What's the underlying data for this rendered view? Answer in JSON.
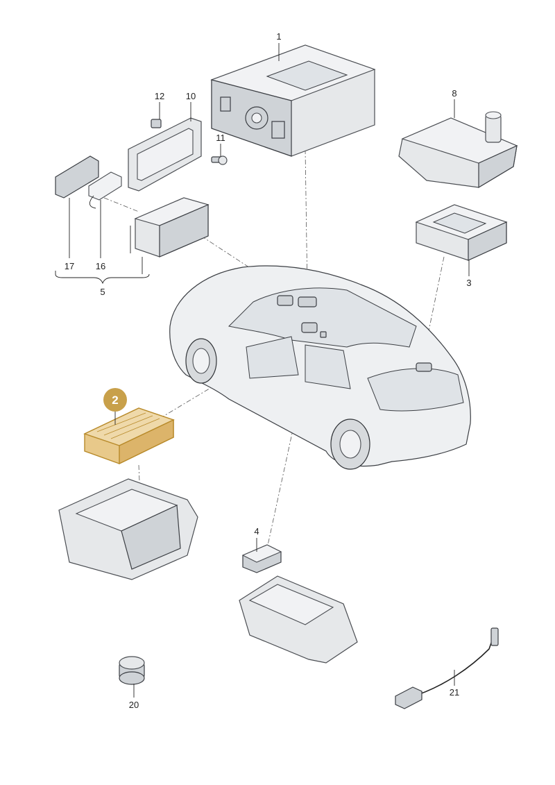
{
  "labels": {
    "p1": "1",
    "p2": "2",
    "p3": "3",
    "p4": "4",
    "p5": "5",
    "p8": "8",
    "p10": "10",
    "p11": "11",
    "p12": "12",
    "p16": "16",
    "p17": "17",
    "p20": "20",
    "p21": "21"
  },
  "colors": {
    "highlight_fill": "#e8c98a",
    "highlight_stroke": "#b88a2a",
    "badge": "#c8a04a"
  }
}
